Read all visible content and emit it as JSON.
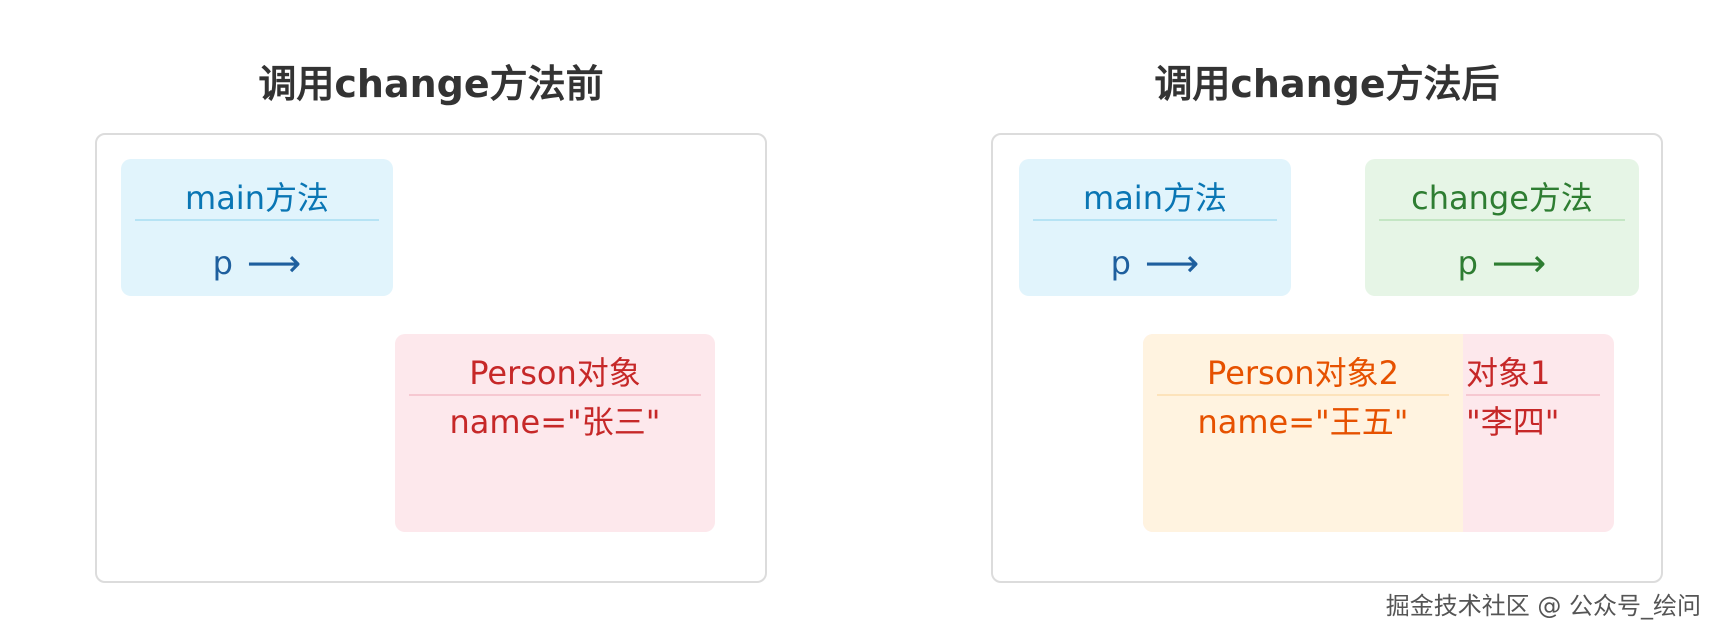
{
  "left": {
    "title": "调用change方法前",
    "main_box": {
      "title": "main方法",
      "var": "p",
      "arrow": "⟶"
    },
    "person_box": {
      "title": "Person对象",
      "field": "name=\"张三\""
    }
  },
  "right": {
    "title": "调用change方法后",
    "main_box": {
      "title": "main方法",
      "var": "p",
      "arrow": "⟶"
    },
    "change_box": {
      "title": "change方法",
      "var": "p",
      "arrow": "⟶"
    },
    "person1_box": {
      "title": "对象1",
      "field": "\"李四\""
    },
    "person2_box": {
      "title": "Person对象2",
      "field": "name=\"王五\""
    }
  },
  "watermark": "掘金技术社区 @ 公众号_绘问",
  "colors": {
    "stack_blue_bg": "#e1f4fc",
    "stack_blue_text": "#0a76b4",
    "stack_green_bg": "#e6f5e6",
    "stack_green_text": "#2e7d32",
    "heap_pink_bg": "#fde8ec",
    "heap_pink_text": "#c62828",
    "heap_orange_bg": "#fff3e0",
    "heap_orange_text": "#e65100"
  }
}
